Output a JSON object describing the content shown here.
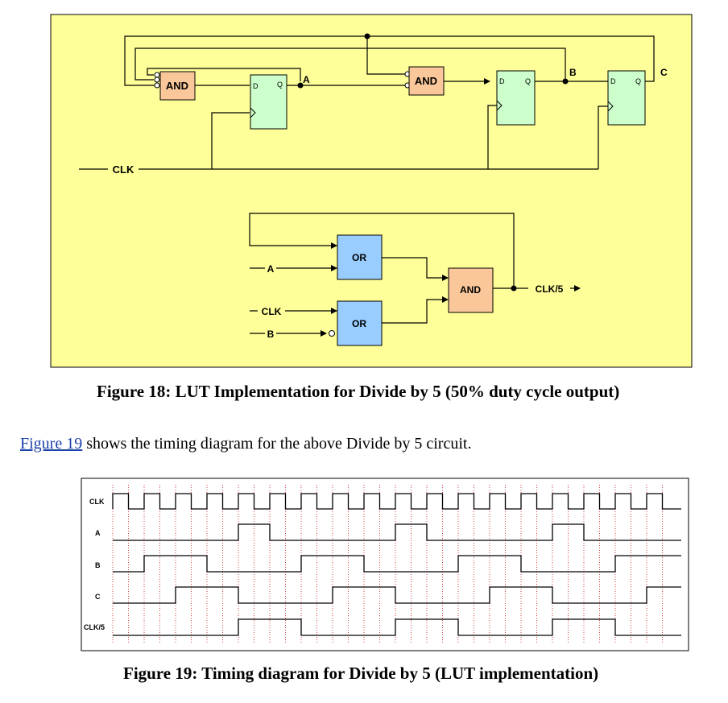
{
  "circuit": {
    "gates": {
      "and1": "AND",
      "and2": "AND",
      "or1": "OR",
      "or2": "OR",
      "and3": "AND"
    },
    "flipflop_pins": {
      "d": "D",
      "q": "Q"
    },
    "signals": {
      "a": "A",
      "b": "B",
      "c": "C",
      "clk": "CLK",
      "clk_div5": "CLK/5"
    },
    "inputs": {
      "a": "A",
      "clk": "CLK",
      "b": "B"
    },
    "colors": {
      "panel": "#ffff99",
      "and_gate": "#f9c799",
      "or_gate": "#99ccff",
      "flipflop": "#ccffcc"
    }
  },
  "figure18_caption": "Figure 18: LUT Implementation for Divide by 5 (50% duty cycle output)",
  "paragraph": {
    "link_text": "Figure 19",
    "text": "shows the timing diagram for the above Divide by 5 circuit."
  },
  "timing": {
    "labels": {
      "clk": "CLK",
      "a": "A",
      "b": "B",
      "c": "C",
      "clk5": "CLK/5"
    },
    "cycles": 18,
    "waveforms": {
      "A": [
        0,
        0,
        0,
        0,
        1,
        0,
        0,
        0,
        0,
        1,
        0,
        0,
        0,
        0,
        1,
        0,
        0,
        0
      ],
      "B": [
        0,
        1,
        1,
        0,
        0,
        0,
        1,
        1,
        0,
        0,
        0,
        1,
        1,
        0,
        0,
        0,
        1,
        1
      ],
      "C": [
        0,
        0,
        1,
        1,
        0,
        0,
        0,
        1,
        1,
        0,
        0,
        0,
        1,
        1,
        0,
        0,
        0,
        1
      ],
      "CLK/5": [
        0,
        0,
        0,
        0,
        1,
        1,
        0,
        0,
        0,
        1,
        1,
        0,
        0,
        0,
        1,
        1,
        0,
        0
      ]
    }
  },
  "figure19_caption": "Figure 19: Timing diagram for Divide by 5 (LUT implementation)"
}
